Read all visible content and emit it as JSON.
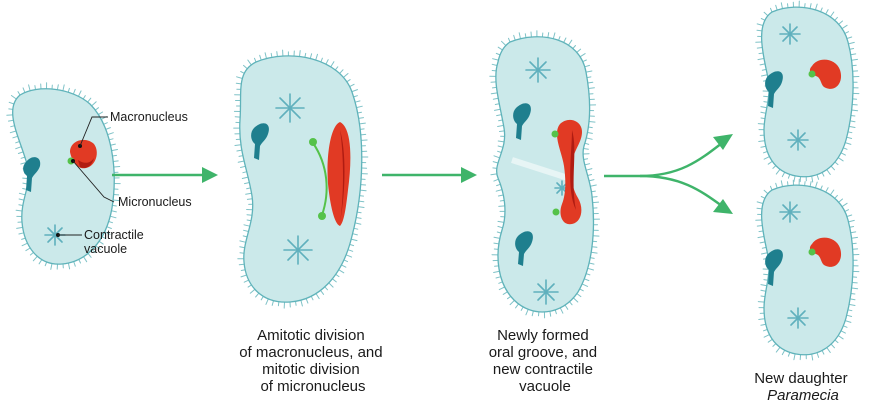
{
  "labels": {
    "macronucleus": "Macronucleus",
    "micronucleus": "Micronucleus",
    "contractile_1": "Contractile",
    "contractile_2": "vacuole"
  },
  "captions": {
    "stage2": [
      "Amitotic division",
      "of macronucleus, and",
      "mitotic division",
      "of micronucleus"
    ],
    "stage3": [
      "Newly formed",
      "oral groove, and",
      "new contractile",
      "vacuole"
    ],
    "stage4_line1": "New daughter",
    "stage4_line2": "Paramecia"
  },
  "colors": {
    "cell_fill": "#cbe9ea",
    "cell_outline": "#5fb3ba",
    "macronucleus": "#e13a24",
    "micronucleus": "#55c24a",
    "arrow": "#3fb46a",
    "oral_groove": "#1f7f8e"
  }
}
